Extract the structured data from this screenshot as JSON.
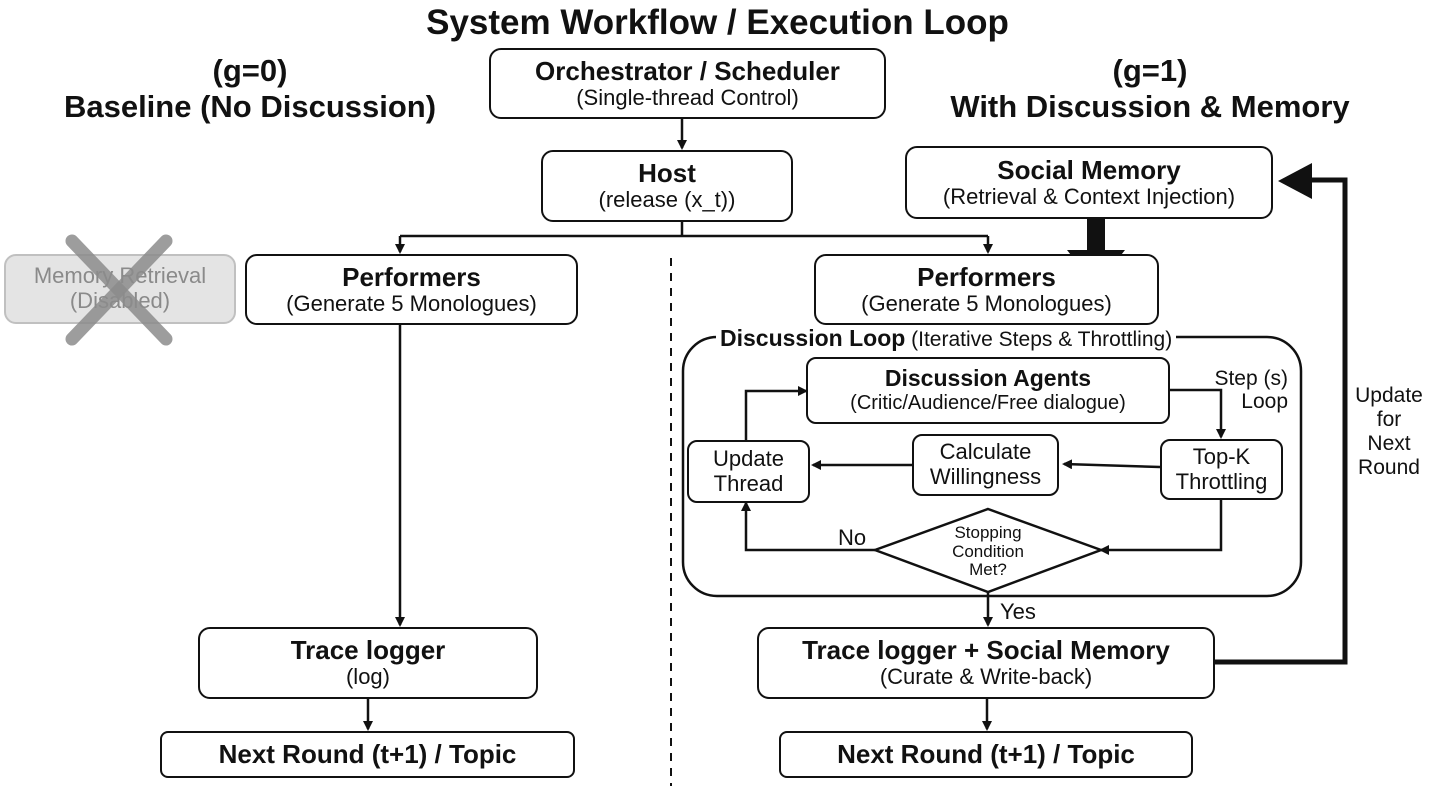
{
  "title": "System Workflow / Execution Loop",
  "left": {
    "g_label": "(g=0)",
    "heading": "Baseline (No Discussion)",
    "memory": {
      "title": "Memory Retrieval",
      "subtitle": "(Disabled)"
    },
    "performers": {
      "title": "Performers",
      "subtitle": "(Generate 5 Monologues)"
    },
    "trace": {
      "title": "Trace logger",
      "subtitle": "(log)"
    },
    "next": {
      "title": "Next Round (t+1) / Topic"
    }
  },
  "center": {
    "orchestrator": {
      "title": "Orchestrator / Scheduler",
      "subtitle": "(Single-thread Control)"
    },
    "host": {
      "title": "Host",
      "subtitle": "(release (x_t))"
    }
  },
  "right": {
    "g_label": "(g=1)",
    "heading": "With Discussion & Memory",
    "social_memory": {
      "title": "Social Memory",
      "subtitle": "(Retrieval & Context Injection)"
    },
    "performers": {
      "title": "Performers",
      "subtitle": "(Generate 5 Monologues)"
    },
    "loop": {
      "title": "Discussion Loop",
      "subtitle": "(Iterative Steps & Throttling)"
    },
    "agents": {
      "title": "Discussion Agents",
      "subtitle": "(Critic/Audience/Free dialogue)"
    },
    "step": {
      "line1": "Step (s)",
      "line2": "Loop"
    },
    "update_thread": {
      "line1": "Update",
      "line2": "Thread"
    },
    "willingness": {
      "line1": "Calculate",
      "line2": "Willingness"
    },
    "topk": {
      "line1": "Top-K",
      "line2": "Throttling"
    },
    "stopping": {
      "line1": "Stopping",
      "line2": "Condition",
      "line3": "Met?"
    },
    "no_label": "No",
    "yes_label": "Yes",
    "trace": {
      "title": "Trace logger + Social Memory",
      "subtitle": "(Curate & Write-back)"
    },
    "next": {
      "title": "Next Round (t+1) / Topic"
    },
    "update_next": {
      "line1": "Update",
      "line2": "for",
      "line3": "Next",
      "line4": "Round"
    }
  }
}
